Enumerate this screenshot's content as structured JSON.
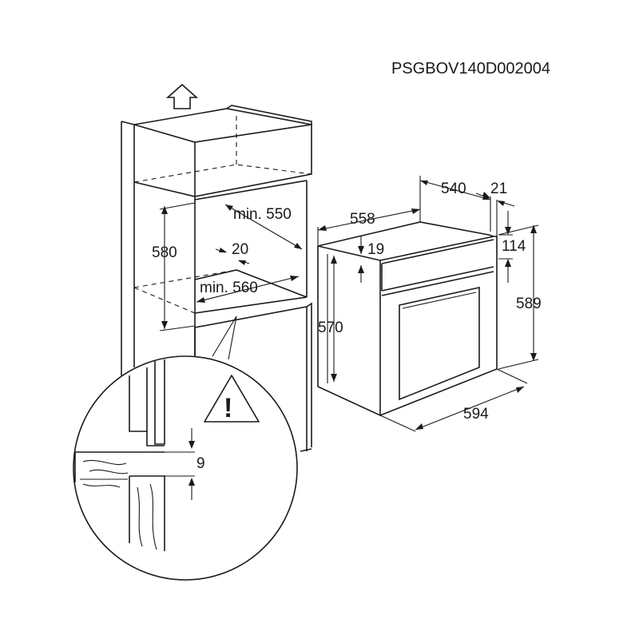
{
  "diagram": {
    "code": "PSGBOV140D002004",
    "cabinet": {
      "height_label": "580",
      "width_label": "min. 550",
      "depth_label": "min. 560",
      "gap_label": "20"
    },
    "oven": {
      "depth_label": "540",
      "door_label": "21",
      "total_depth_label": "558",
      "top_offset_label": "19",
      "panel_label": "114",
      "body_height_label": "570",
      "front_height_label": "589",
      "width_label": "594"
    },
    "detail": {
      "clearance_label": "9",
      "warning_symbol": "!",
      "warning_icon": "warning-triangle-icon"
    },
    "icons": {
      "lift": "up-arrow-icon"
    }
  }
}
